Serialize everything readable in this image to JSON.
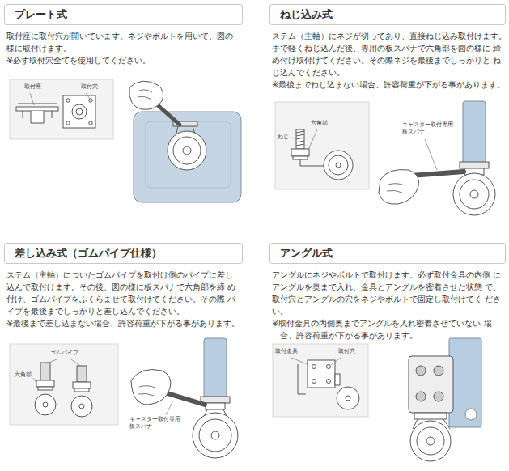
{
  "diagram": {
    "nodes": [
      {
        "text": [
          "プレート式"
        ]
      },
      {
        "text": [
          "ねじ込み式"
        ]
      },
      {
        "text": [
          "差し込み式（ゴムパイプ仕様）"
        ]
      },
      {
        "text": [
          "アングル式"
        ]
      }
    ],
    "labels": [
      "取付座に取付穴が開いています。ネジやボルトを用いて、図の 様に取付けます。",
      "※必ず取付穴全てを使用してください。",
      "取付座",
      "取付穴",
      "ステム（主軸）にネジが切ってあり、直接ねじ込み取付けます。 手で軽くねじ込んだ後、専用の板スパナで六角部を図の様に 締め付け取付けてください。その際ネジを最後までしっかりと ねじ込んでください。",
      "※最後までねじ込まない場合、許容荷重が下がる事があります。",
      "ねじ",
      "六角部",
      "キャスター取付専用 板スパナ",
      "ステム（主軸）についたゴムパイプを取付け側のパイプに差し 込んで取付けます。その後、図の様に板スパナで六角部を締 め付け、ゴムパイプをふくらませて取付けてください。その際 パイプを最後までしっかりと差し込んでください。",
      "※最後まで差し込まない場合、許容荷重が下がる事があります。",
      "六角部",
      "ゴムパイプ",
      "キャスター取付専用 板スパナ",
      "アングルにネジやボルトで取付けます。必ず取付金具の内側 にアングルを奥まで入れ、金具とアングルを密着させた状態 で、取付穴とアングルの穴をネジやボルトで固定し取付けてく ださい。",
      "※取付金具の内側奥までアングルを入れ密着させていない 場合、許容荷重が下がる事があります。",
      "取付金具",
      "取付穴"
    ]
  }
}
